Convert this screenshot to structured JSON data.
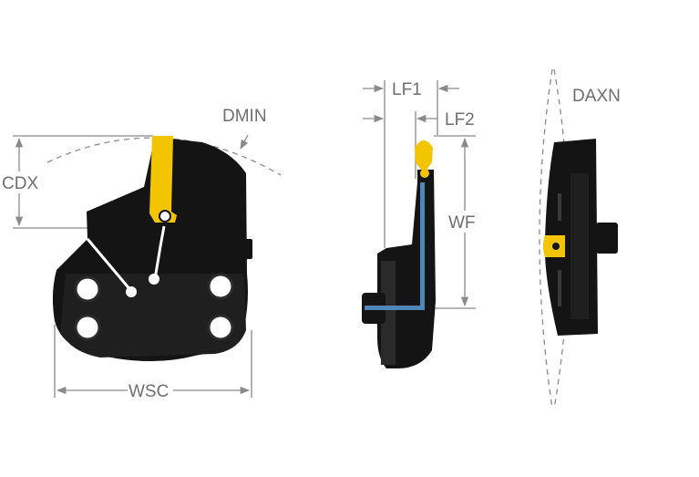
{
  "labels": {
    "dmin": "DMIN",
    "cdx": "CDX",
    "wsc": "WSC",
    "lf1": "LF1",
    "lf2": "LF2",
    "wf": "WF",
    "daxn": "DAXN"
  },
  "colors": {
    "body": "#141414",
    "insert": "#f3c400",
    "coolant": "#4f86b8",
    "dimension_lines": "#8a8a8a",
    "label_text": "#6f6f6f"
  }
}
